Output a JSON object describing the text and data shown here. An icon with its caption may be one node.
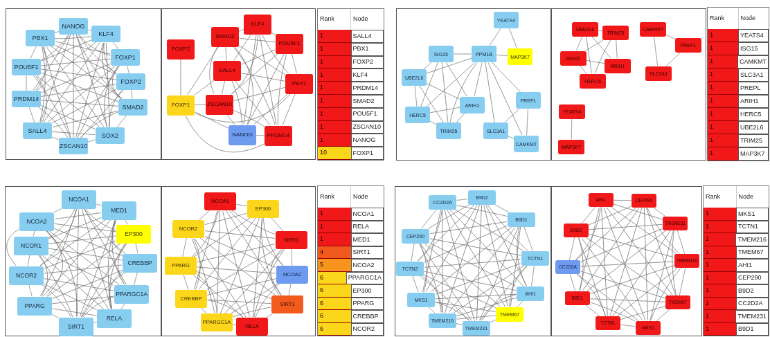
{
  "diagram": {
    "nodes": [
      {
        "text": [
          "NANOG"
        ]
      },
      {
        "text": [
          "KLF4"
        ]
      },
      {
        "text": [
          "PBX1"
        ]
      },
      {
        "text": [
          "FOXP1"
        ]
      },
      {
        "text": [
          "POU5F1"
        ]
      },
      {
        "text": [
          "FOXP2"
        ]
      },
      {
        "text": [
          "PRDM14"
        ]
      },
      {
        "text": [
          "SMAD2"
        ]
      },
      {
        "text": [
          "SALL4"
        ]
      },
      {
        "text": [
          "SOX2"
        ]
      },
      {
        "text": [
          "ZSCAN10"
        ]
      },
      {
        "text": [
          "KLF4"
        ]
      },
      {
        "text": [
          "SMAD2"
        ]
      },
      {
        "text": [
          "POU5F1"
        ]
      },
      {
        "text": [
          "FOXP2"
        ]
      },
      {
        "text": [
          "SALL4"
        ]
      },
      {
        "text": [
          "PBX1"
        ]
      },
      {
        "text": [
          "FOXP1"
        ]
      },
      {
        "text": [
          "ZSCAN10"
        ]
      },
      {
        "text": [
          "NANOG"
        ]
      },
      {
        "text": [
          "PRDM14"
        ]
      },
      {
        "text": [
          "YEATS4"
        ]
      },
      {
        "text": [
          "ISG15"
        ]
      },
      {
        "text": [
          "PPM1B"
        ]
      },
      {
        "text": [
          "MAP3K7"
        ]
      },
      {
        "text": [
          "UBE2L6"
        ]
      },
      {
        "text": [
          "PREPL"
        ]
      },
      {
        "text": [
          "ARIH1"
        ]
      },
      {
        "text": [
          "HERC5"
        ]
      },
      {
        "text": [
          "TRIM25"
        ]
      },
      {
        "text": [
          "SLC3A1"
        ]
      },
      {
        "text": [
          "CAMKMT"
        ]
      },
      {
        "text": [
          "UBE2L6"
        ]
      },
      {
        "text": [
          "CAMKMT"
        ]
      },
      {
        "text": [
          "TRIM25"
        ]
      },
      {
        "text": [
          "PREPL"
        ]
      },
      {
        "text": [
          "ISG15"
        ]
      },
      {
        "text": [
          "ARIH1"
        ]
      },
      {
        "text": [
          "SLC3A1"
        ]
      },
      {
        "text": [
          "HERC5"
        ]
      },
      {
        "text": [
          "YEATS4"
        ]
      },
      {
        "text": [
          "MAP3K7"
        ]
      },
      {
        "text": [
          "NCOA1"
        ]
      },
      {
        "text": [
          "MED1"
        ]
      },
      {
        "text": [
          "NCOA2"
        ]
      },
      {
        "text": [
          "EP300"
        ]
      },
      {
        "text": [
          "NCOR1"
        ]
      },
      {
        "text": [
          "CREBBP"
        ]
      },
      {
        "text": [
          "NCOR2"
        ]
      },
      {
        "text": [
          "PPARGC1A"
        ]
      },
      {
        "text": [
          "PPARG"
        ]
      },
      {
        "text": [
          "RELA"
        ]
      },
      {
        "text": [
          "SIRT1"
        ]
      },
      {
        "text": [
          "NCOA1"
        ]
      },
      {
        "text": [
          "EP300"
        ]
      },
      {
        "text": [
          "NCOR2"
        ]
      },
      {
        "text": [
          "MED1"
        ]
      },
      {
        "text": [
          "PPARG"
        ]
      },
      {
        "text": [
          "NCOA2"
        ]
      },
      {
        "text": [
          "CREBBP"
        ]
      },
      {
        "text": [
          "SIRT1"
        ]
      },
      {
        "text": [
          "PPARGC1A"
        ]
      },
      {
        "text": [
          "RELA"
        ]
      },
      {
        "text": [
          "B9D2"
        ]
      },
      {
        "text": [
          "CC2D2A"
        ]
      },
      {
        "text": [
          "B9D1"
        ]
      },
      {
        "text": [
          "CEP290"
        ]
      },
      {
        "text": [
          "TCTN1"
        ]
      },
      {
        "text": [
          "TCTN2"
        ]
      },
      {
        "text": [
          "AHI1"
        ]
      },
      {
        "text": [
          "MKS1"
        ]
      },
      {
        "text": [
          "TMEM67"
        ]
      },
      {
        "text": [
          "TMEM216"
        ]
      },
      {
        "text": [
          "TMEM231"
        ]
      },
      {
        "text": [
          "AHI1"
        ]
      },
      {
        "text": [
          "CEP290"
        ]
      },
      {
        "text": [
          "TMEM231"
        ]
      },
      {
        "text": [
          "B9D2"
        ]
      },
      {
        "text": [
          "TMEM216"
        ]
      },
      {
        "text": [
          "CC2D2A"
        ]
      },
      {
        "text": [
          "B9D1"
        ]
      },
      {
        "text": [
          "TMEM67"
        ]
      },
      {
        "text": [
          "TCTN1"
        ]
      },
      {
        "text": [
          "MKS1"
        ]
      }
    ],
    "edges": [
      {
        "from": 0,
        "to": 1,
        "arrow": "none"
      },
      {
        "from": 0,
        "to": 2,
        "arrow": "none"
      },
      {
        "from": 0,
        "to": 3,
        "arrow": "none"
      },
      {
        "from": 0,
        "to": 4,
        "arrow": "none"
      },
      {
        "from": 0,
        "to": 5,
        "arrow": "none"
      },
      {
        "from": 0,
        "to": 6,
        "arrow": "none"
      },
      {
        "from": 0,
        "to": 7,
        "arrow": "none"
      },
      {
        "from": 0,
        "to": 8,
        "arrow": "none"
      },
      {
        "from": 0,
        "to": 9,
        "arrow": "none"
      },
      {
        "from": 0,
        "to": 10,
        "arrow": "none"
      },
      {
        "from": 1,
        "to": 2,
        "arrow": "none"
      },
      {
        "from": 1,
        "to": 3,
        "arrow": "none"
      },
      {
        "from": 1,
        "to": 4,
        "arrow": "none"
      },
      {
        "from": 1,
        "to": 5,
        "arrow": "none"
      },
      {
        "from": 1,
        "to": 6,
        "arrow": "none"
      },
      {
        "from": 1,
        "to": 7,
        "arrow": "none"
      },
      {
        "from": 1,
        "to": 8,
        "arrow": "none"
      },
      {
        "from": 1,
        "to": 9,
        "arrow": "none"
      },
      {
        "from": 1,
        "to": 10,
        "arrow": "none"
      },
      {
        "from": 2,
        "to": 3,
        "arrow": "none"
      },
      {
        "from": 2,
        "to": 4,
        "arrow": "none"
      },
      {
        "from": 2,
        "to": 5,
        "arrow": "none"
      },
      {
        "from": 2,
        "to": 6,
        "arrow": "none"
      },
      {
        "from": 2,
        "to": 7,
        "arrow": "none"
      },
      {
        "from": 2,
        "to": 8,
        "arrow": "none"
      },
      {
        "from": 2,
        "to": 9,
        "arrow": "none"
      },
      {
        "from": 2,
        "to": 10,
        "arrow": "none"
      },
      {
        "from": 3,
        "to": 4,
        "arrow": "none"
      },
      {
        "from": 3,
        "to": 5,
        "arrow": "none"
      },
      {
        "from": 3,
        "to": 6,
        "arrow": "none"
      },
      {
        "from": 3,
        "to": 7,
        "arrow": "none"
      },
      {
        "from": 3,
        "to": 8,
        "arrow": "none"
      },
      {
        "from": 3,
        "to": 9,
        "arrow": "none"
      },
      {
        "from": 3,
        "to": 10,
        "arrow": "none"
      },
      {
        "from": 4,
        "to": 5,
        "arrow": "none"
      },
      {
        "from": 4,
        "to": 6,
        "arrow": "none"
      },
      {
        "from": 4,
        "to": 7,
        "arrow": "none"
      },
      {
        "from": 4,
        "to": 8,
        "arrow": "none"
      },
      {
        "from": 4,
        "to": 9,
        "arrow": "none"
      },
      {
        "from": 4,
        "to": 10,
        "arrow": "none"
      },
      {
        "from": 5,
        "to": 6,
        "arrow": "none"
      },
      {
        "from": 5,
        "to": 7,
        "arrow": "none"
      },
      {
        "from": 5,
        "to": 8,
        "arrow": "none"
      },
      {
        "from": 5,
        "to": 9,
        "arrow": "none"
      },
      {
        "from": 5,
        "to": 10,
        "arrow": "none"
      },
      {
        "from": 6,
        "to": 7,
        "arrow": "none"
      },
      {
        "from": 6,
        "to": 8,
        "arrow": "none"
      },
      {
        "from": 6,
        "to": 9,
        "arrow": "none"
      },
      {
        "from": 6,
        "to": 10,
        "arrow": "none"
      },
      {
        "from": 7,
        "to": 8,
        "arrow": "none"
      },
      {
        "from": 7,
        "to": 9,
        "arrow": "none"
      },
      {
        "from": 7,
        "to": 10,
        "arrow": "none"
      },
      {
        "from": 8,
        "to": 9,
        "arrow": "none"
      },
      {
        "from": 8,
        "to": 10,
        "arrow": "none"
      },
      {
        "from": 9,
        "to": 10,
        "arrow": "none"
      },
      {
        "from": 14,
        "to": 17,
        "arrow": "none"
      },
      {
        "from": 11,
        "to": 12,
        "arrow": "none"
      },
      {
        "from": 11,
        "to": 13,
        "arrow": "none"
      },
      {
        "from": 11,
        "to": 15,
        "arrow": "none"
      },
      {
        "from": 11,
        "to": 16,
        "arrow": "none"
      },
      {
        "from": 11,
        "to": 18,
        "arrow": "none"
      },
      {
        "from": 11,
        "to": 19,
        "arrow": "none"
      },
      {
        "from": 11,
        "to": 20,
        "arrow": "none"
      },
      {
        "from": 12,
        "to": 13,
        "arrow": "none"
      },
      {
        "from": 12,
        "to": 15,
        "arrow": "none"
      },
      {
        "from": 12,
        "to": 16,
        "arrow": "none"
      },
      {
        "from": 12,
        "to": 17,
        "arrow": "none"
      },
      {
        "from": 12,
        "to": 18,
        "arrow": "none"
      },
      {
        "from": 12,
        "to": 19,
        "arrow": "none"
      },
      {
        "from": 12,
        "to": 20,
        "arrow": "none"
      },
      {
        "from": 13,
        "to": 15,
        "arrow": "none"
      },
      {
        "from": 13,
        "to": 16,
        "arrow": "none"
      },
      {
        "from": 13,
        "to": 18,
        "arrow": "none"
      },
      {
        "from": 13,
        "to": 19,
        "arrow": "none"
      },
      {
        "from": 13,
        "to": 20,
        "arrow": "none"
      },
      {
        "from": 15,
        "to": 16,
        "arrow": "none"
      },
      {
        "from": 15,
        "to": 17,
        "arrow": "none"
      },
      {
        "from": 15,
        "to": 18,
        "arrow": "none"
      },
      {
        "from": 15,
        "to": 19,
        "arrow": "none"
      },
      {
        "from": 15,
        "to": 20,
        "arrow": "none"
      },
      {
        "from": 16,
        "to": 17,
        "arrow": "none"
      },
      {
        "from": 16,
        "to": 18,
        "arrow": "none"
      },
      {
        "from": 16,
        "to": 19,
        "arrow": "none"
      },
      {
        "from": 16,
        "to": 20,
        "arrow": "none"
      },
      {
        "from": 17,
        "to": 18,
        "arrow": "none"
      },
      {
        "from": 17,
        "to": 19,
        "arrow": "none"
      },
      {
        "from": 17,
        "to": 20,
        "arrow": "none"
      },
      {
        "from": 18,
        "to": 19,
        "arrow": "none"
      },
      {
        "from": 18,
        "to": 20,
        "arrow": "none"
      },
      {
        "from": 19,
        "to": 20,
        "arrow": "none"
      },
      {
        "from": 21,
        "to": 23,
        "arrow": "none"
      },
      {
        "from": 21,
        "to": 24,
        "arrow": "none"
      },
      {
        "from": 22,
        "to": 23,
        "arrow": "none"
      },
      {
        "from": 23,
        "to": 24,
        "arrow": "none"
      },
      {
        "from": 22,
        "to": 25,
        "arrow": "none"
      },
      {
        "from": 22,
        "to": 28,
        "arrow": "none"
      },
      {
        "from": 22,
        "to": 29,
        "arrow": "none"
      },
      {
        "from": 22,
        "to": 27,
        "arrow": "none"
      },
      {
        "from": 23,
        "to": 25,
        "arrow": "none"
      },
      {
        "from": 25,
        "to": 28,
        "arrow": "none"
      },
      {
        "from": 25,
        "to": 29,
        "arrow": "none"
      },
      {
        "from": 25,
        "to": 27,
        "arrow": "none"
      },
      {
        "from": 23,
        "to": 28,
        "arrow": "none"
      },
      {
        "from": 23,
        "to": 29,
        "arrow": "none"
      },
      {
        "from": 23,
        "to": 27,
        "arrow": "none"
      },
      {
        "from": 23,
        "to": 30,
        "arrow": "none"
      },
      {
        "from": 23,
        "to": 31,
        "arrow": "none"
      },
      {
        "from": 23,
        "to": 26,
        "arrow": "none"
      },
      {
        "from": 27,
        "to": 28,
        "arrow": "none"
      },
      {
        "from": 28,
        "to": 29,
        "arrow": "none"
      },
      {
        "from": 27,
        "to": 29,
        "arrow": "none"
      },
      {
        "from": 26,
        "to": 30,
        "arrow": "none"
      },
      {
        "from": 30,
        "to": 31,
        "arrow": "none"
      },
      {
        "from": 26,
        "to": 31,
        "arrow": "none"
      },
      {
        "from": 32,
        "to": 34,
        "arrow": "none"
      },
      {
        "from": 32,
        "to": 36,
        "arrow": "none"
      },
      {
        "from": 32,
        "to": 39,
        "arrow": "none"
      },
      {
        "from": 32,
        "to": 37,
        "arrow": "none"
      },
      {
        "from": 34,
        "to": 36,
        "arrow": "none"
      },
      {
        "from": 34,
        "to": 39,
        "arrow": "none"
      },
      {
        "from": 34,
        "to": 37,
        "arrow": "none"
      },
      {
        "from": 36,
        "to": 37,
        "arrow": "none"
      },
      {
        "from": 36,
        "to": 39,
        "arrow": "none"
      },
      {
        "from": 33,
        "to": 35,
        "arrow": "none"
      },
      {
        "from": 33,
        "to": 38,
        "arrow": "none"
      },
      {
        "from": 35,
        "to": 38,
        "arrow": "none"
      },
      {
        "from": 40,
        "to": 41,
        "arrow": "none"
      },
      {
        "from": 42,
        "to": 43,
        "arrow": "none"
      },
      {
        "from": 42,
        "to": 44,
        "arrow": "none"
      },
      {
        "from": 42,
        "to": 45,
        "arrow": "none"
      },
      {
        "from": 42,
        "to": 46,
        "arrow": "none"
      },
      {
        "from": 42,
        "to": 47,
        "arrow": "none"
      },
      {
        "from": 42,
        "to": 48,
        "arrow": "none"
      },
      {
        "from": 42,
        "to": 49,
        "arrow": "none"
      },
      {
        "from": 42,
        "to": 50,
        "arrow": "none"
      },
      {
        "from": 42,
        "to": 51,
        "arrow": "none"
      },
      {
        "from": 42,
        "to": 52,
        "arrow": "none"
      },
      {
        "from": 43,
        "to": 44,
        "arrow": "none"
      },
      {
        "from": 43,
        "to": 45,
        "arrow": "none"
      },
      {
        "from": 43,
        "to": 46,
        "arrow": "none"
      },
      {
        "from": 43,
        "to": 47,
        "arrow": "none"
      },
      {
        "from": 43,
        "to": 48,
        "arrow": "none"
      },
      {
        "from": 43,
        "to": 49,
        "arrow": "none"
      },
      {
        "from": 43,
        "to": 50,
        "arrow": "none"
      },
      {
        "from": 43,
        "to": 51,
        "arrow": "none"
      },
      {
        "from": 43,
        "to": 52,
        "arrow": "none"
      },
      {
        "from": 44,
        "to": 45,
        "arrow": "none"
      },
      {
        "from": 44,
        "to": 46,
        "arrow": "none"
      },
      {
        "from": 44,
        "to": 47,
        "arrow": "none"
      },
      {
        "from": 44,
        "to": 48,
        "arrow": "none"
      },
      {
        "from": 44,
        "to": 49,
        "arrow": "none"
      },
      {
        "from": 44,
        "to": 50,
        "arrow": "none"
      },
      {
        "from": 44,
        "to": 51,
        "arrow": "none"
      },
      {
        "from": 44,
        "to": 52,
        "arrow": "none"
      },
      {
        "from": 45,
        "to": 46,
        "arrow": "none"
      },
      {
        "from": 45,
        "to": 47,
        "arrow": "none"
      },
      {
        "from": 45,
        "to": 48,
        "arrow": "none"
      },
      {
        "from": 45,
        "to": 49,
        "arrow": "none"
      },
      {
        "from": 45,
        "to": 50,
        "arrow": "none"
      },
      {
        "from": 45,
        "to": 51,
        "arrow": "none"
      },
      {
        "from": 45,
        "to": 52,
        "arrow": "none"
      },
      {
        "from": 46,
        "to": 47,
        "arrow": "none"
      },
      {
        "from": 46,
        "to": 48,
        "arrow": "none"
      },
      {
        "from": 46,
        "to": 49,
        "arrow": "none"
      },
      {
        "from": 46,
        "to": 50,
        "arrow": "none"
      },
      {
        "from": 46,
        "to": 51,
        "arrow": "none"
      },
      {
        "from": 46,
        "to": 52,
        "arrow": "none"
      },
      {
        "from": 47,
        "to": 48,
        "arrow": "none"
      },
      {
        "from": 47,
        "to": 49,
        "arrow": "none"
      },
      {
        "from": 47,
        "to": 50,
        "arrow": "none"
      },
      {
        "from": 47,
        "to": 51,
        "arrow": "none"
      },
      {
        "from": 47,
        "to": 52,
        "arrow": "none"
      },
      {
        "from": 48,
        "to": 49,
        "arrow": "none"
      },
      {
        "from": 48,
        "to": 50,
        "arrow": "none"
      },
      {
        "from": 48,
        "to": 51,
        "arrow": "none"
      },
      {
        "from": 48,
        "to": 52,
        "arrow": "none"
      },
      {
        "from": 49,
        "to": 50,
        "arrow": "none"
      },
      {
        "from": 49,
        "to": 51,
        "arrow": "none"
      },
      {
        "from": 49,
        "to": 52,
        "arrow": "none"
      },
      {
        "from": 50,
        "to": 51,
        "arrow": "none"
      },
      {
        "from": 50,
        "to": 52,
        "arrow": "none"
      },
      {
        "from": 51,
        "to": 52,
        "arrow": "none"
      },
      {
        "from": 53,
        "to": 54,
        "arrow": "none"
      },
      {
        "from": 53,
        "to": 55,
        "arrow": "none"
      },
      {
        "from": 53,
        "to": 56,
        "arrow": "none"
      },
      {
        "from": 53,
        "to": 57,
        "arrow": "none"
      },
      {
        "from": 53,
        "to": 58,
        "arrow": "none"
      },
      {
        "from": 53,
        "to": 59,
        "arrow": "none"
      },
      {
        "from": 53,
        "to": 60,
        "arrow": "none"
      },
      {
        "from": 53,
        "to": 61,
        "arrow": "none"
      },
      {
        "from": 53,
        "to": 62,
        "arrow": "none"
      },
      {
        "from": 54,
        "to": 55,
        "arrow": "none"
      },
      {
        "from": 54,
        "to": 56,
        "arrow": "none"
      },
      {
        "from": 54,
        "to": 57,
        "arrow": "none"
      },
      {
        "from": 54,
        "to": 58,
        "arrow": "none"
      },
      {
        "from": 54,
        "to": 59,
        "arrow": "none"
      },
      {
        "from": 54,
        "to": 60,
        "arrow": "none"
      },
      {
        "from": 54,
        "to": 61,
        "arrow": "none"
      },
      {
        "from": 54,
        "to": 62,
        "arrow": "none"
      },
      {
        "from": 55,
        "to": 56,
        "arrow": "none"
      },
      {
        "from": 55,
        "to": 57,
        "arrow": "none"
      },
      {
        "from": 55,
        "to": 58,
        "arrow": "none"
      },
      {
        "from": 55,
        "to": 59,
        "arrow": "none"
      },
      {
        "from": 55,
        "to": 60,
        "arrow": "none"
      },
      {
        "from": 55,
        "to": 61,
        "arrow": "none"
      },
      {
        "from": 55,
        "to": 62,
        "arrow": "none"
      },
      {
        "from": 56,
        "to": 57,
        "arrow": "none"
      },
      {
        "from": 56,
        "to": 58,
        "arrow": "none"
      },
      {
        "from": 56,
        "to": 59,
        "arrow": "none"
      },
      {
        "from": 56,
        "to": 60,
        "arrow": "none"
      },
      {
        "from": 56,
        "to": 61,
        "arrow": "none"
      },
      {
        "from": 56,
        "to": 62,
        "arrow": "none"
      },
      {
        "from": 57,
        "to": 58,
        "arrow": "none"
      },
      {
        "from": 57,
        "to": 59,
        "arrow": "none"
      },
      {
        "from": 57,
        "to": 60,
        "arrow": "none"
      },
      {
        "from": 57,
        "to": 61,
        "arrow": "none"
      },
      {
        "from": 57,
        "to": 62,
        "arrow": "none"
      },
      {
        "from": 58,
        "to": 59,
        "arrow": "none"
      },
      {
        "from": 58,
        "to": 60,
        "arrow": "none"
      },
      {
        "from": 58,
        "to": 61,
        "arrow": "none"
      },
      {
        "from": 58,
        "to": 62,
        "arrow": "none"
      },
      {
        "from": 59,
        "to": 60,
        "arrow": "none"
      },
      {
        "from": 59,
        "to": 61,
        "arrow": "none"
      },
      {
        "from": 59,
        "to": 62,
        "arrow": "none"
      },
      {
        "from": 60,
        "to": 61,
        "arrow": "none"
      },
      {
        "from": 60,
        "to": 62,
        "arrow": "none"
      },
      {
        "from": 61,
        "to": 62,
        "arrow": "none"
      },
      {
        "from": 63,
        "to": 64,
        "arrow": "none"
      },
      {
        "from": 63,
        "to": 65,
        "arrow": "none"
      },
      {
        "from": 63,
        "to": 66,
        "arrow": "none"
      },
      {
        "from": 63,
        "to": 67,
        "arrow": "none"
      },
      {
        "from": 63,
        "to": 68,
        "arrow": "none"
      },
      {
        "from": 63,
        "to": 69,
        "arrow": "none"
      },
      {
        "from": 63,
        "to": 70,
        "arrow": "none"
      },
      {
        "from": 63,
        "to": 71,
        "arrow": "none"
      },
      {
        "from": 63,
        "to": 72,
        "arrow": "none"
      },
      {
        "from": 63,
        "to": 73,
        "arrow": "none"
      },
      {
        "from": 64,
        "to": 65,
        "arrow": "none"
      },
      {
        "from": 64,
        "to": 66,
        "arrow": "none"
      },
      {
        "from": 64,
        "to": 67,
        "arrow": "none"
      },
      {
        "from": 64,
        "to": 68,
        "arrow": "none"
      },
      {
        "from": 64,
        "to": 69,
        "arrow": "none"
      },
      {
        "from": 64,
        "to": 70,
        "arrow": "none"
      },
      {
        "from": 64,
        "to": 71,
        "arrow": "none"
      },
      {
        "from": 64,
        "to": 72,
        "arrow": "none"
      },
      {
        "from": 64,
        "to": 73,
        "arrow": "none"
      },
      {
        "from": 65,
        "to": 66,
        "arrow": "none"
      },
      {
        "from": 65,
        "to": 67,
        "arrow": "none"
      },
      {
        "from": 65,
        "to": 68,
        "arrow": "none"
      },
      {
        "from": 65,
        "to": 69,
        "arrow": "none"
      },
      {
        "from": 65,
        "to": 70,
        "arrow": "none"
      },
      {
        "from": 65,
        "to": 71,
        "arrow": "none"
      },
      {
        "from": 65,
        "to": 72,
        "arrow": "none"
      },
      {
        "from": 65,
        "to": 73,
        "arrow": "none"
      },
      {
        "from": 66,
        "to": 67,
        "arrow": "none"
      },
      {
        "from": 66,
        "to": 68,
        "arrow": "none"
      },
      {
        "from": 66,
        "to": 69,
        "arrow": "none"
      },
      {
        "from": 66,
        "to": 70,
        "arrow": "none"
      },
      {
        "from": 66,
        "to": 71,
        "arrow": "none"
      },
      {
        "from": 66,
        "to": 72,
        "arrow": "none"
      },
      {
        "from": 66,
        "to": 73,
        "arrow": "none"
      },
      {
        "from": 67,
        "to": 68,
        "arrow": "none"
      },
      {
        "from": 67,
        "to": 69,
        "arrow": "none"
      },
      {
        "from": 67,
        "to": 70,
        "arrow": "none"
      },
      {
        "from": 67,
        "to": 71,
        "arrow": "none"
      },
      {
        "from": 67,
        "to": 72,
        "arrow": "none"
      },
      {
        "from": 67,
        "to": 73,
        "arrow": "none"
      },
      {
        "from": 68,
        "to": 69,
        "arrow": "none"
      },
      {
        "from": 68,
        "to": 70,
        "arrow": "none"
      },
      {
        "from": 68,
        "to": 71,
        "arrow": "none"
      },
      {
        "from": 68,
        "to": 72,
        "arrow": "none"
      },
      {
        "from": 68,
        "to": 73,
        "arrow": "none"
      },
      {
        "from": 69,
        "to": 70,
        "arrow": "none"
      },
      {
        "from": 69,
        "to": 71,
        "arrow": "none"
      },
      {
        "from": 69,
        "to": 72,
        "arrow": "none"
      },
      {
        "from": 69,
        "to": 73,
        "arrow": "none"
      },
      {
        "from": 70,
        "to": 71,
        "arrow": "none"
      },
      {
        "from": 70,
        "to": 72,
        "arrow": "none"
      },
      {
        "from": 70,
        "to": 73,
        "arrow": "none"
      },
      {
        "from": 71,
        "to": 72,
        "arrow": "none"
      },
      {
        "from": 71,
        "to": 73,
        "arrow": "none"
      },
      {
        "from": 72,
        "to": 73,
        "arrow": "none"
      },
      {
        "from": 74,
        "to": 75,
        "arrow": "none"
      },
      {
        "from": 74,
        "to": 76,
        "arrow": "none"
      },
      {
        "from": 74,
        "to": 77,
        "arrow": "none"
      },
      {
        "from": 74,
        "to": 78,
        "arrow": "none"
      },
      {
        "from": 74,
        "to": 79,
        "arrow": "none"
      },
      {
        "from": 74,
        "to": 80,
        "arrow": "none"
      },
      {
        "from": 74,
        "to": 81,
        "arrow": "none"
      },
      {
        "from": 74,
        "to": 82,
        "arrow": "none"
      },
      {
        "from": 74,
        "to": 83,
        "arrow": "none"
      },
      {
        "from": 75,
        "to": 76,
        "arrow": "none"
      },
      {
        "from": 75,
        "to": 77,
        "arrow": "none"
      },
      {
        "from": 75,
        "to": 78,
        "arrow": "none"
      },
      {
        "from": 75,
        "to": 79,
        "arrow": "none"
      },
      {
        "from": 75,
        "to": 80,
        "arrow": "none"
      },
      {
        "from": 75,
        "to": 81,
        "arrow": "none"
      },
      {
        "from": 75,
        "to": 82,
        "arrow": "none"
      },
      {
        "from": 75,
        "to": 83,
        "arrow": "none"
      },
      {
        "from": 76,
        "to": 77,
        "arrow": "none"
      },
      {
        "from": 76,
        "to": 78,
        "arrow": "none"
      },
      {
        "from": 76,
        "to": 79,
        "arrow": "none"
      },
      {
        "from": 76,
        "to": 80,
        "arrow": "none"
      },
      {
        "from": 76,
        "to": 81,
        "arrow": "none"
      },
      {
        "from": 76,
        "to": 82,
        "arrow": "none"
      },
      {
        "from": 76,
        "to": 83,
        "arrow": "none"
      },
      {
        "from": 77,
        "to": 78,
        "arrow": "none"
      },
      {
        "from": 77,
        "to": 79,
        "arrow": "none"
      },
      {
        "from": 77,
        "to": 80,
        "arrow": "none"
      },
      {
        "from": 77,
        "to": 81,
        "arrow": "none"
      },
      {
        "from": 77,
        "to": 82,
        "arrow": "none"
      },
      {
        "from": 77,
        "to": 83,
        "arrow": "none"
      },
      {
        "from": 78,
        "to": 79,
        "arrow": "none"
      },
      {
        "from": 78,
        "to": 80,
        "arrow": "none"
      },
      {
        "from": 78,
        "to": 81,
        "arrow": "none"
      },
      {
        "from": 78,
        "to": 82,
        "arrow": "none"
      },
      {
        "from": 78,
        "to": 83,
        "arrow": "none"
      },
      {
        "from": 79,
        "to": 80,
        "arrow": "none"
      },
      {
        "from": 79,
        "to": 81,
        "arrow": "none"
      },
      {
        "from": 79,
        "to": 82,
        "arrow": "none"
      },
      {
        "from": 79,
        "to": 83,
        "arrow": "none"
      },
      {
        "from": 80,
        "to": 81,
        "arrow": "none"
      },
      {
        "from": 80,
        "to": 82,
        "arrow": "none"
      },
      {
        "from": 80,
        "to": 83,
        "arrow": "none"
      },
      {
        "from": 81,
        "to": 82,
        "arrow": "none"
      },
      {
        "from": 81,
        "to": 83,
        "arrow": "none"
      },
      {
        "from": 82,
        "to": 83,
        "arrow": "none"
      }
    ],
    "labels": [
      "Rank",
      "Node",
      "1",
      "SALL4",
      "1",
      "PBX1",
      "1",
      "FOXP2",
      "1",
      "KLF4",
      "1",
      "PRDM14",
      "1",
      "SMAD2",
      "1",
      "POU5F1",
      "1",
      "ZSCAN10",
      "1",
      "NANOG",
      "10",
      "FOXP1",
      "Rank",
      "Node",
      "1",
      "YEATS4",
      "1",
      "ISG15",
      "1",
      "CAMKMT",
      "1",
      "SLC3A1",
      "1",
      "PREPL",
      "1",
      "ARIH1",
      "1",
      "HERC5",
      "1",
      "UBE2L6",
      "1",
      "TRIM25",
      "1",
      "MAP3K7",
      "Rank",
      "Node",
      "1",
      "NCOA1",
      "1",
      "RELA",
      "1",
      "MED1",
      "4",
      "SIRT1",
      "5",
      "NCOA2",
      "6",
      "PPARGC1A",
      "6",
      "EP300",
      "6",
      "PPARG",
      "6",
      "CREBBP",
      "6",
      "NCOR2",
      "Rank",
      "Node",
      "1",
      "MKS1",
      "1",
      "TCTN1",
      "1",
      "TMEM216",
      "1",
      "TMEM67",
      "1",
      "AHI1",
      "1",
      "CEP290",
      "1",
      "B9D2",
      "1",
      "CC2D2A",
      "1",
      "TMEM231",
      "1",
      "B9D1"
    ]
  }
}
